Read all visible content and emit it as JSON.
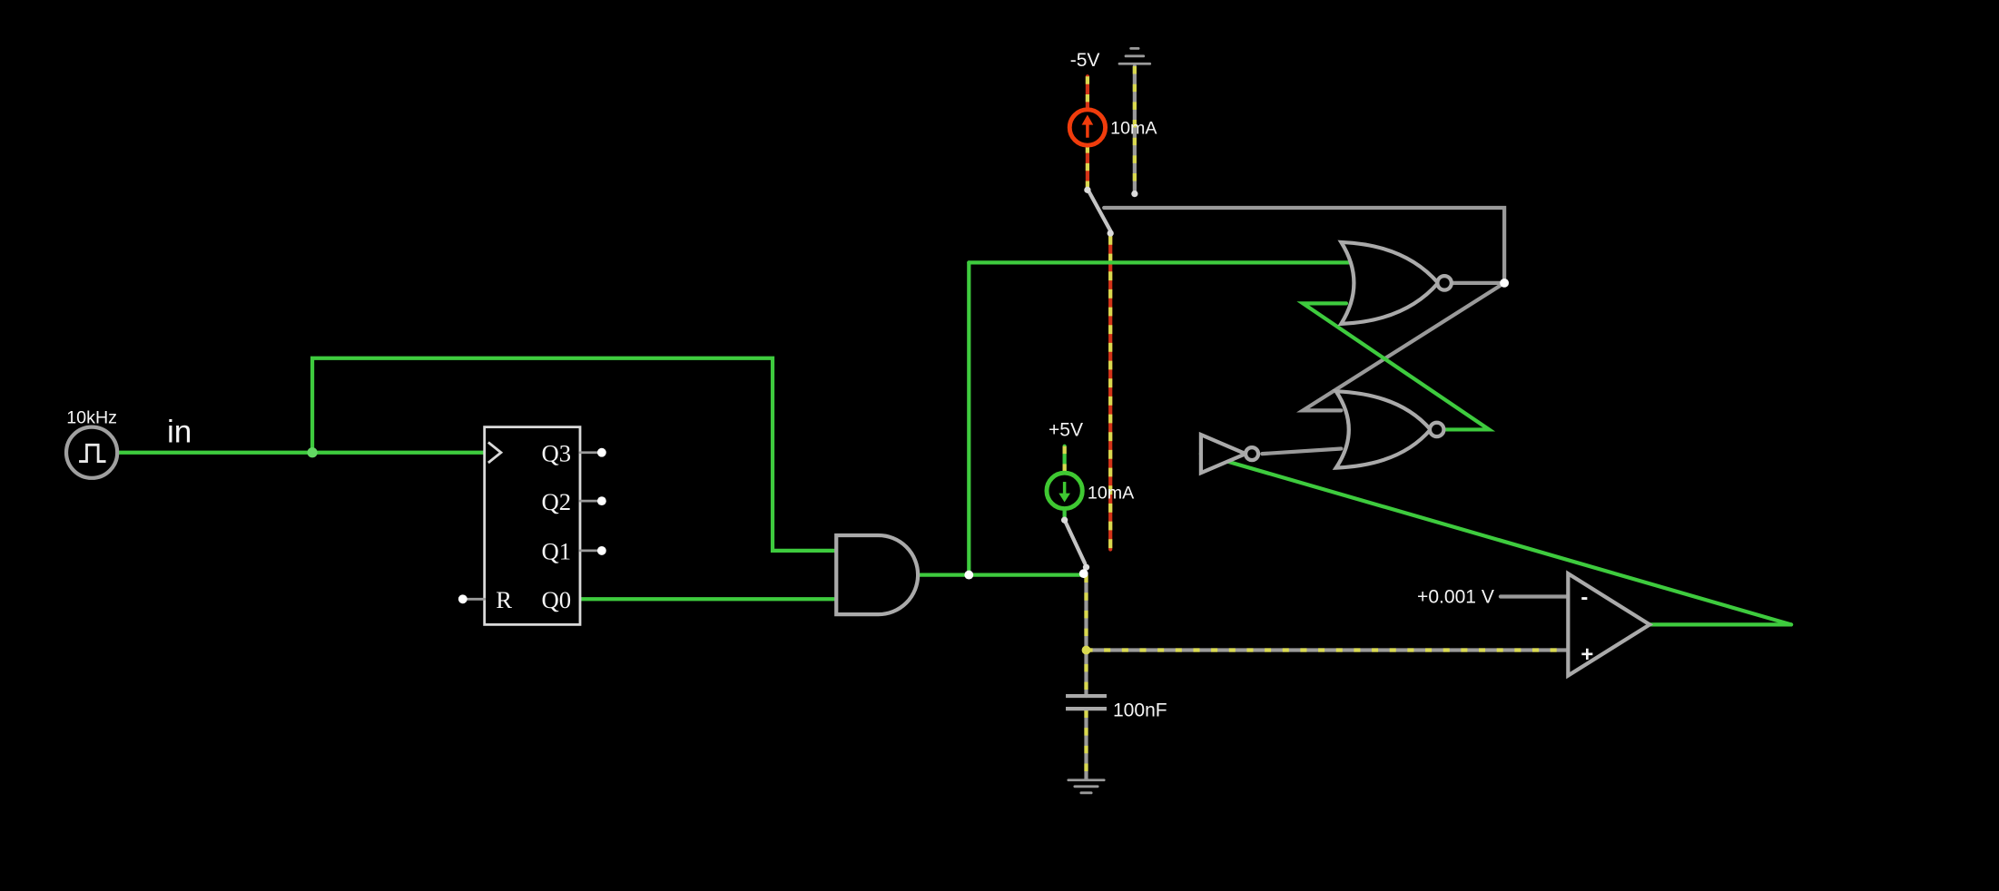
{
  "colors": {
    "background": "#000000",
    "wire_green": "#3ecb3e",
    "wire_gray": "#9a9a9a",
    "wire_red": "#d23318",
    "source_red": "#f03c0c",
    "source_green": "#3fc832",
    "dot_yellow": "#d9d94f",
    "component_gray": "#aaaaaa",
    "chip_gray": "#d9d9d9",
    "text_white": "#f5f5f5",
    "post_white": "#ffffff"
  },
  "clock": {
    "frequency": "10kHz"
  },
  "input": {
    "name": "in"
  },
  "counter": {
    "pins": [
      "Q3",
      "Q2",
      "Q1",
      "Q0"
    ],
    "reset": "R"
  },
  "negative_source": {
    "supply": "-5V",
    "current": "10mA"
  },
  "positive_source": {
    "supply": "+5V",
    "current": "10mA"
  },
  "capacitor": {
    "value": "100nF"
  },
  "reference": {
    "voltage": "+0.001 V"
  },
  "opamp": {
    "minus": "-",
    "plus": "+"
  }
}
